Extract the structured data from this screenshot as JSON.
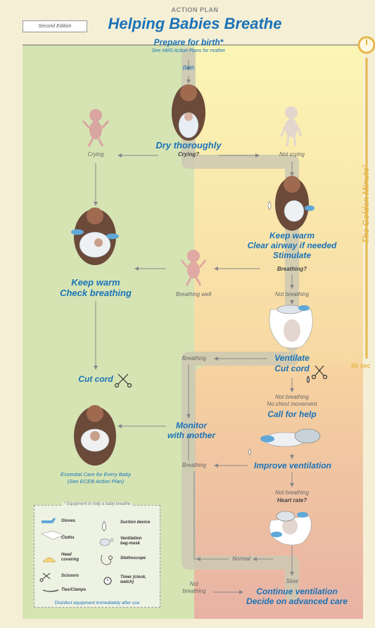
{
  "header": {
    "kicker": "ACTION PLAN",
    "title": "Helping Babies Breathe",
    "edition": "Second Edition"
  },
  "golden_minute": {
    "label": "The Golden Minute",
    "mark": "®",
    "time": "60 sec"
  },
  "flow": {
    "prepare": "Prepare for birth*",
    "hms_note": "See HMS Action Plans for mother",
    "birth": "Birth",
    "dry": "Dry thoroughly",
    "crying_q": "Crying?",
    "crying": "Crying",
    "not_crying": "Not crying",
    "keep_warm_clear": [
      "Keep warm",
      "Clear airway if needed",
      "Stimulate"
    ],
    "breathing_q": "Breathing?",
    "breathing_well": "Breathing well",
    "not_breathing": "Not breathing",
    "keep_warm_check": [
      "Keep warm",
      "Check breathing"
    ],
    "breathing_1": "Breathing",
    "ventilate": [
      "Ventilate",
      "Cut cord"
    ],
    "cut_cord": "Cut cord",
    "not_breathing_no_chest": [
      "Not breathing",
      "No chest movement"
    ],
    "call_help": "Call for help",
    "monitor": [
      "Monitor",
      "with mother"
    ],
    "breathing_2": "Breathing",
    "improve": "Improve ventilation",
    "eceb": [
      "Essential Care for Every Baby",
      "(See ECEB Action Plan)"
    ],
    "not_breathing_3": "Not breathing",
    "heart_rate": "Heart rate?",
    "normal": "Normal",
    "slow": "Slow",
    "not_breathing_4": [
      "Not",
      "breathing"
    ],
    "continue": [
      "Continue ventilation",
      "Decide on advanced care"
    ]
  },
  "legend": {
    "title": "* Equipment to help a baby breathe",
    "items": [
      {
        "label": "Gloves",
        "icon": "gloves-icon"
      },
      {
        "label": "Suction device",
        "icon": "suction-device-icon"
      },
      {
        "label": "Cloths",
        "icon": "cloths-icon"
      },
      {
        "label": "Ventilation bag-mask",
        "icon": "bag-mask-icon"
      },
      {
        "label": "Head covering",
        "icon": "head-covering-icon"
      },
      {
        "label": "Stethoscope",
        "icon": "stethoscope-icon"
      },
      {
        "label": "Scissors",
        "icon": "scissors-icon"
      },
      {
        "label": "Timer (clock, watch)",
        "icon": "timer-icon"
      },
      {
        "label": "Ties/Clamps",
        "icon": "ties-clamps-icon"
      }
    ],
    "footer": "Disinfect equipment immediately after use"
  },
  "colors": {
    "green_zone": "#d6e4b4",
    "yellow_zone": "#fbf6b5",
    "orange_zone": "#f7d8a2",
    "red_zone": "#ebb5a5",
    "path": "#c9c6b0",
    "blue": "#1a73b8",
    "timeline": "#e6b64a"
  }
}
